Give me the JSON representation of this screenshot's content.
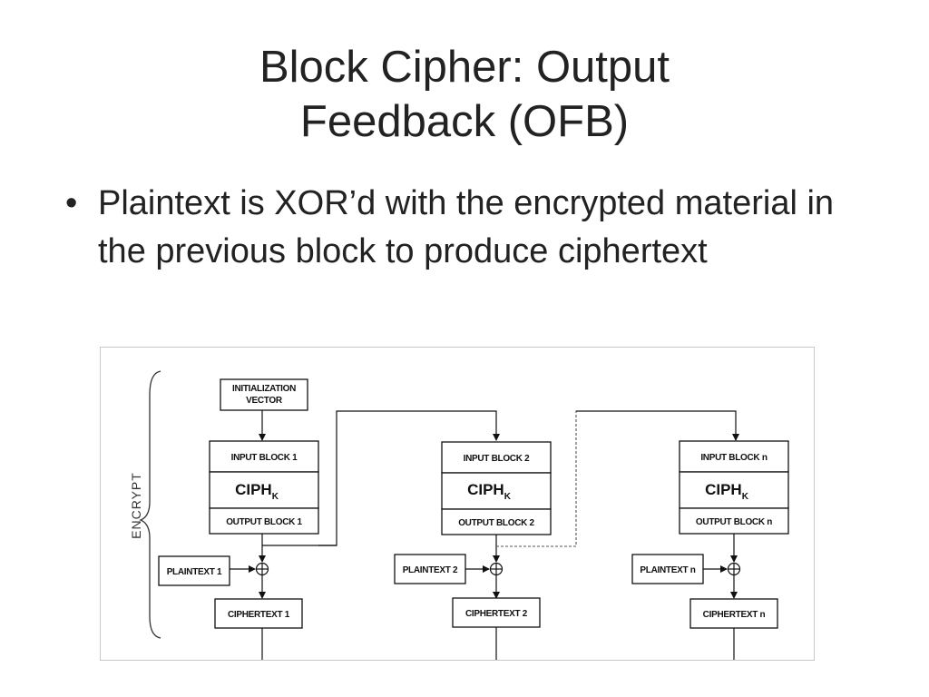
{
  "slide": {
    "title_line1": "Block Cipher: Output",
    "title_line2": "Feedback (OFB)",
    "bullet_symbol": "•",
    "bullets": [
      "Plaintext is XOR’d with the encrypted material in the previous block to produce ciphertext"
    ]
  },
  "diagram": {
    "side_label": "ENCRYPT",
    "iv_line1": "INITIALIZATION",
    "iv_line2": "VECTOR",
    "cipher_label": "CIPH",
    "cipher_subscript": "K",
    "stages": [
      {
        "input": "INPUT BLOCK 1",
        "output": "OUTPUT BLOCK 1",
        "plaintext": "PLAINTEXT 1",
        "ciphertext": "CIPHERTEXT 1"
      },
      {
        "input": "INPUT BLOCK 2",
        "output": "OUTPUT BLOCK 2",
        "plaintext": "PLAINTEXT 2",
        "ciphertext": "CIPHERTEXT 2"
      },
      {
        "input": "INPUT BLOCK n",
        "output": "OUTPUT BLOCK n",
        "plaintext": "PLAINTEXT n",
        "ciphertext": "CIPHERTEXT n"
      }
    ]
  }
}
